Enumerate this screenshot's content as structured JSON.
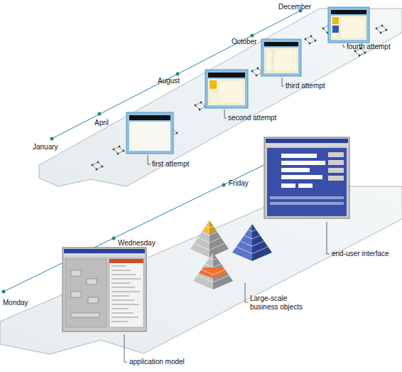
{
  "diagram": {
    "labels": [
      "January",
      "April",
      "August",
      "October",
      "December",
      "first attempt",
      "second attempt",
      "third attempt",
      "fourth attempt",
      "Monday",
      "Wednesday",
      "Friday",
      "end-user interface",
      "Large-scale business objects",
      "application model"
    ]
  }
}
